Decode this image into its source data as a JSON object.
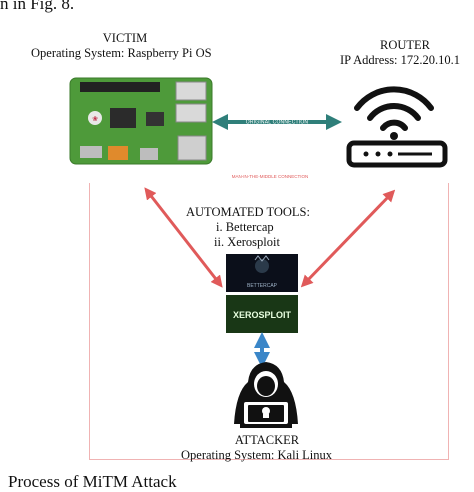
{
  "caption_top": "n in Fig. 8.",
  "victim": {
    "title": "VICTIM",
    "os": "Operating System: Raspberry Pi OS"
  },
  "router": {
    "title": "ROUTER",
    "ip": "IP Address: 172.20.10.1"
  },
  "links": {
    "original": "ORIGINAL CONNECTION",
    "mitm": "MAN-IN-THE-MIDDLE CONNECTION"
  },
  "tools": {
    "heading": "AUTOMATED TOOLS:",
    "items": [
      "i.   Bettercap",
      "ii.  Xerosploit"
    ],
    "xerosploit_banner": "XEROSPLOIT",
    "bettercap_banner": "BETTERCAP"
  },
  "attacker": {
    "title": "ATTACKER",
    "os": "Operating System: Kali Linux"
  },
  "caption_bottom": "Process of MiTM Attack",
  "colors": {
    "arrow_red": "#e05a5a",
    "arrow_teal": "#2f7f7a",
    "arrow_blue": "#3a86c8",
    "board_green": "#4e9a3a",
    "box_border": "#f0b3b3"
  }
}
